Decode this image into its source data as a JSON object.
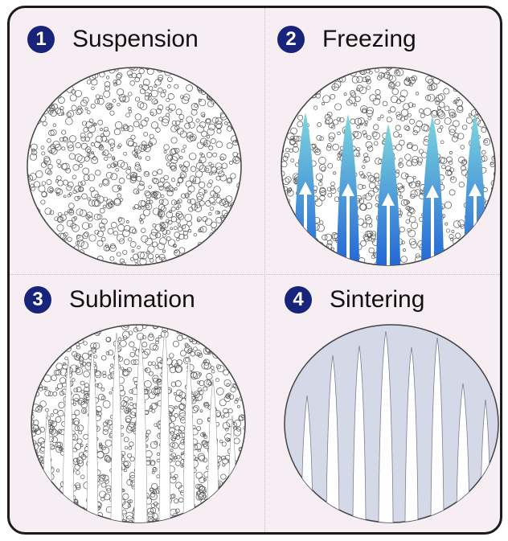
{
  "panels": [
    {
      "number": "1",
      "title": "Suspension"
    },
    {
      "number": "2",
      "title": "Freezing"
    },
    {
      "number": "3",
      "title": "Sublimation"
    },
    {
      "number": "4",
      "title": "Sintering"
    }
  ],
  "colors": {
    "badge": "#18247a",
    "background": "#f7eef4",
    "ice_light": "#7fd7dc",
    "ice_dark": "#1d5fd6",
    "particle_stroke": "#555555",
    "sintered_fill": "#d5d8e6"
  },
  "icons": [
    "particle-circle",
    "ice-crystal",
    "growth-arrow"
  ]
}
